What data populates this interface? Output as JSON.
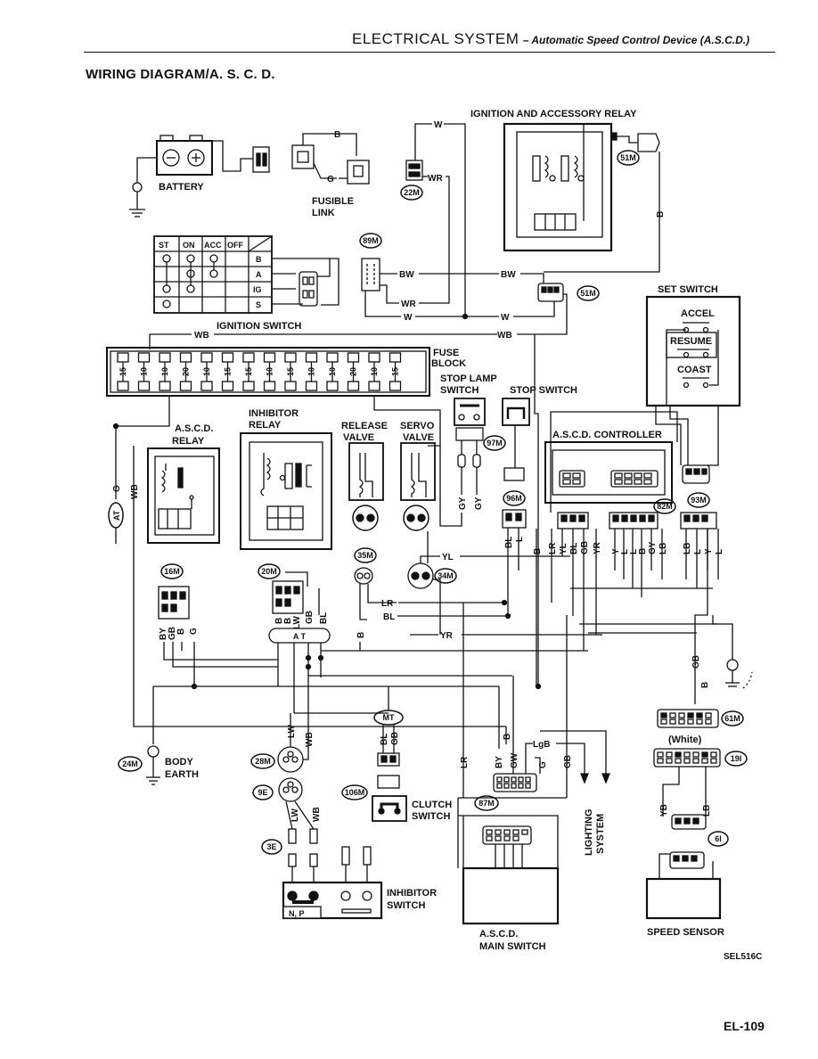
{
  "header": {
    "title_main": "ELECTRICAL SYSTEM",
    "title_sub": "– Automatic Speed Control Device (A.S.C.D.)"
  },
  "diagram_title": "WIRING DIAGRAM/A. S. C. D.",
  "components": {
    "battery": "BATTERY",
    "fusible_link_1": "FUSIBLE",
    "fusible_link_2": "LINK",
    "ign_acc_relay": "IGNITION AND ACCESSORY RELAY",
    "ignition_switch": "IGNITION SWITCH",
    "fuse_block_1": "FUSE",
    "fuse_block_2": "BLOCK",
    "stop_lamp_switch_1": "STOP LAMP",
    "stop_lamp_switch_2": "SWITCH",
    "stop_switch": "STOP SWITCH",
    "set_switch": "SET SWITCH",
    "accel": "ACCEL",
    "resume": "RESUME",
    "coast": "COAST",
    "ascd_relay_1": "A.S.C.D.",
    "ascd_relay_2": "RELAY",
    "inhibitor_relay_1": "INHIBITOR",
    "inhibitor_relay_2": "RELAY",
    "release_valve_1": "RELEASE",
    "release_valve_2": "VALVE",
    "servo_valve_1": "SERVO",
    "servo_valve_2": "VALVE",
    "ascd_controller": "A.S.C.D. CONTROLLER",
    "body_earth_1": "BODY",
    "body_earth_2": "EARTH",
    "clutch_switch_1": "CLUTCH",
    "clutch_switch_2": "SWITCH",
    "inhibitor_switch_1": "INHIBITOR",
    "inhibitor_switch_2": "SWITCH",
    "np": "N, P",
    "main_switch_1": "A.S.C.D.",
    "main_switch_2": "MAIN SWITCH",
    "lighting_system_1": "LIGHTING",
    "lighting_system_2": "SYSTEM",
    "speed_sensor": "SPEED SENSOR",
    "white": "(White)",
    "at": "AT",
    "at_spaced": "A T",
    "mt": "MT"
  },
  "ignition_table": {
    "headers": [
      "ST",
      "ON",
      "ACC",
      "OFF"
    ],
    "rows": [
      "B",
      "A",
      "IG",
      "S"
    ]
  },
  "fuses": [
    "15",
    "10",
    "10",
    "20",
    "10",
    "15",
    "15",
    "10",
    "15",
    "10",
    "10",
    "20",
    "10",
    "15"
  ],
  "connectors": {
    "c51M_a": "51M",
    "c22M": "22M",
    "c89M": "89M",
    "c51M_b": "51M",
    "c97M": "97M",
    "c96M": "96M",
    "c82M": "82M",
    "c93M": "93M",
    "c16M": "16M",
    "c20M": "20M",
    "c35M": "35M",
    "c34M": "34M",
    "c24M": "24M",
    "c28M": "28M",
    "c9E": "9E",
    "c106M": "106M",
    "c3E": "3E",
    "c87M": "87M",
    "c61M": "61M",
    "c19I": "19I",
    "c6I": "6I"
  },
  "wires": {
    "B": "B",
    "G": "G",
    "W": "W",
    "WR": "WR",
    "BW": "BW",
    "WB": "WB",
    "GY": "GY",
    "BL": "BL",
    "L": "L",
    "LR": "LR",
    "YL": "YL",
    "GB": "GB",
    "YR": "YR",
    "LB": "LB",
    "Y": "Y",
    "BY": "BY",
    "LW": "LW",
    "LgB": "LgB",
    "GW": "GW",
    "YB": "YB"
  },
  "footer": {
    "code": "SEL516C",
    "page": "EL-109"
  }
}
